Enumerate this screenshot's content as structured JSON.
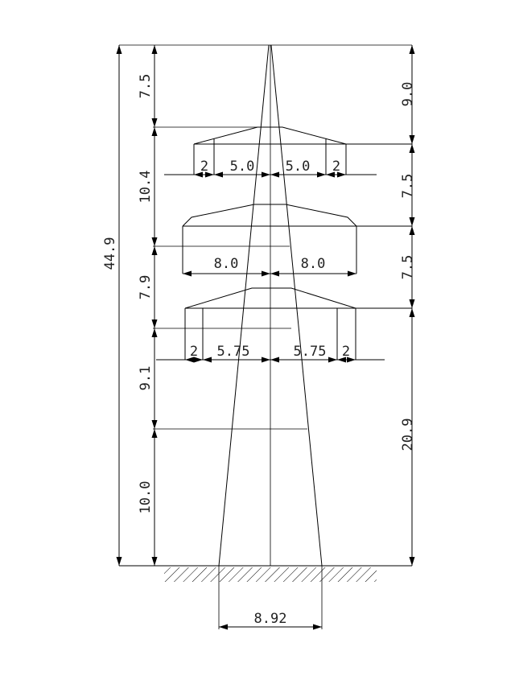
{
  "diagram": {
    "labels": {
      "left_dims": [
        "7.5",
        "10.4",
        "7.9",
        "9.1",
        "10.0"
      ],
      "total_height": "44.9",
      "right_dims": [
        "9.0",
        "7.5",
        "7.5",
        "20.9"
      ],
      "top_arm": {
        "outer_left": "2",
        "inner_left": "5.0",
        "inner_right": "5.0",
        "outer_right": "2"
      },
      "middle_arm": {
        "left": "8.0",
        "right": "8.0"
      },
      "bottom_arm": {
        "outer_left": "2",
        "inner_left": "5.75",
        "inner_right": "5.75",
        "outer_right": "2"
      },
      "base_width": "8.92"
    }
  }
}
